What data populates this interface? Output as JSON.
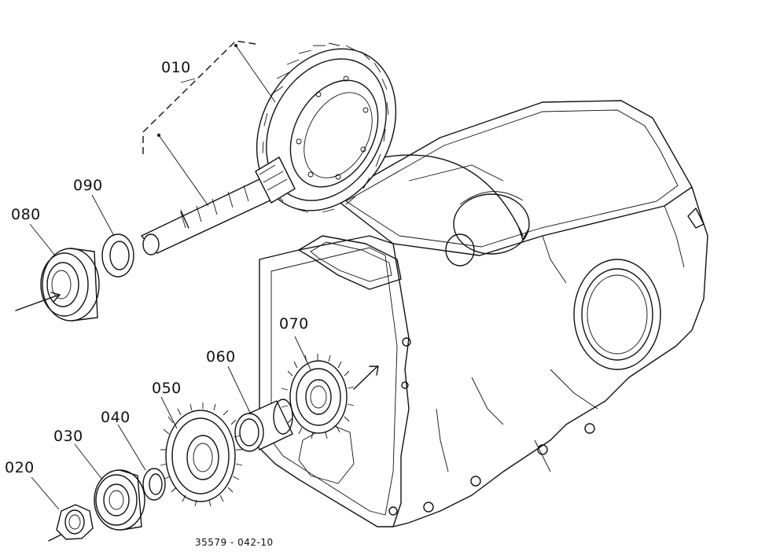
{
  "parts": [
    {
      "id": "010",
      "label": "010"
    },
    {
      "id": "020",
      "label": "020"
    },
    {
      "id": "030",
      "label": "030"
    },
    {
      "id": "040",
      "label": "040"
    },
    {
      "id": "050",
      "label": "050"
    },
    {
      "id": "060",
      "label": "060"
    },
    {
      "id": "070",
      "label": "070"
    },
    {
      "id": "080",
      "label": "080"
    },
    {
      "id": "090",
      "label": "090"
    }
  ],
  "drawing_code": "35579 - 042-10"
}
